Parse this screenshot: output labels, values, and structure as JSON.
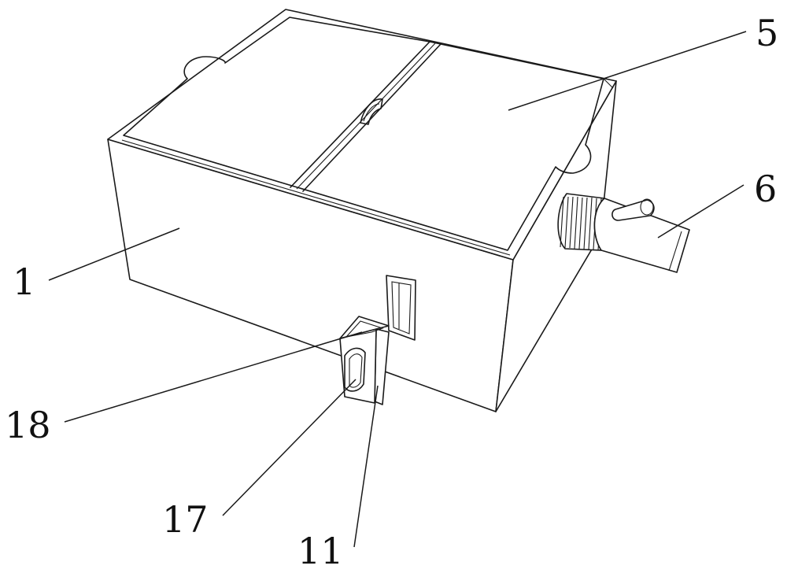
{
  "figure": {
    "labels": {
      "housing": "1",
      "lid": "5",
      "nozzle": "6",
      "cartridge_top": "18",
      "handle": "17",
      "mount": "11"
    }
  }
}
